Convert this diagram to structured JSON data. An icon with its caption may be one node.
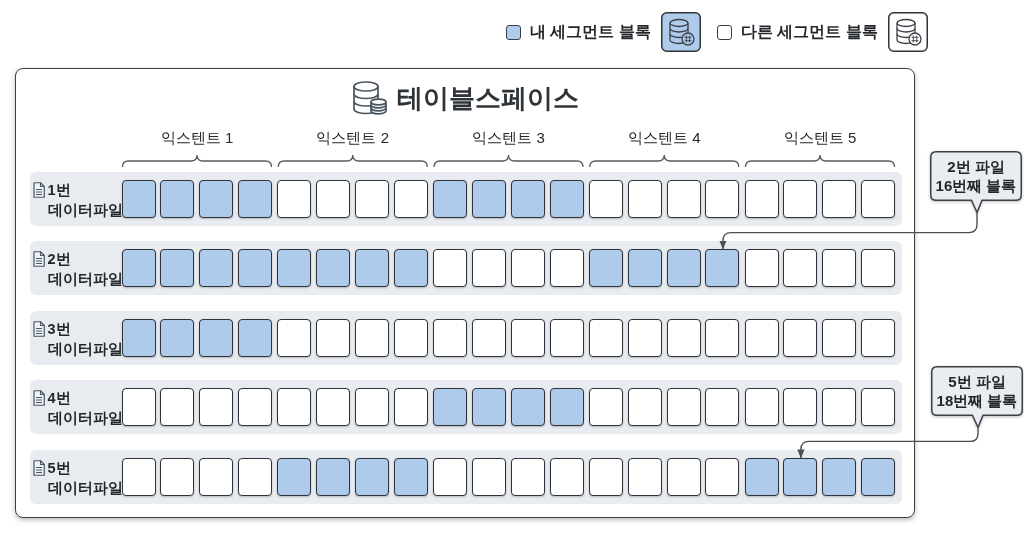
{
  "diagram": {
    "nodes": [
      {
        "text": [
          "테이블스페이스"
        ]
      },
      {
        "text": [
          "1번 데이터파일"
        ],
        "in": 0
      },
      {
        "text": [],
        "shape": "box",
        "in": 1
      },
      {
        "text": [],
        "shape": "box",
        "in": 1
      },
      {
        "text": [],
        "shape": "box",
        "in": 1
      },
      {
        "text": [],
        "shape": "box",
        "in": 1
      },
      {
        "text": [],
        "shape": "box",
        "in": 1
      },
      {
        "text": [],
        "shape": "box",
        "in": 1
      },
      {
        "text": [],
        "shape": "box",
        "in": 1
      },
      {
        "text": [],
        "shape": "box",
        "in": 1
      },
      {
        "text": [],
        "shape": "box",
        "in": 1
      },
      {
        "text": [],
        "shape": "box",
        "in": 1
      },
      {
        "text": [],
        "shape": "box",
        "in": 1
      },
      {
        "text": [],
        "shape": "box",
        "in": 1
      },
      {
        "text": [],
        "shape": "box",
        "in": 1
      },
      {
        "text": [],
        "shape": "box",
        "in": 1
      },
      {
        "text": [],
        "shape": "box",
        "in": 1
      },
      {
        "text": [],
        "shape": "box",
        "in": 1
      },
      {
        "text": [],
        "shape": "box",
        "in": 1
      },
      {
        "text": [],
        "shape": "box",
        "in": 1
      },
      {
        "text": [],
        "shape": "box",
        "in": 1
      },
      {
        "text": [],
        "shape": "box",
        "in": 1
      },
      {
        "text": [
          "2번 데이터파일"
        ],
        "in": 0
      },
      {
        "text": [],
        "shape": "box",
        "in": 22
      },
      {
        "text": [],
        "shape": "box",
        "in": 22
      },
      {
        "text": [],
        "shape": "box",
        "in": 22
      },
      {
        "text": [],
        "shape": "box",
        "in": 22
      },
      {
        "text": [],
        "shape": "box",
        "in": 22
      },
      {
        "text": [],
        "shape": "box",
        "in": 22
      },
      {
        "text": [],
        "shape": "box",
        "in": 22
      },
      {
        "text": [],
        "shape": "box",
        "in": 22
      },
      {
        "text": [],
        "shape": "box",
        "in": 22
      },
      {
        "text": [],
        "shape": "box",
        "in": 22
      },
      {
        "text": [],
        "shape": "box",
        "in": 22
      },
      {
        "text": [],
        "shape": "box",
        "in": 22
      },
      {
        "text": [],
        "shape": "box",
        "in": 22
      },
      {
        "text": [],
        "shape": "box",
        "in": 22
      },
      {
        "text": [],
        "shape": "box",
        "in": 22
      },
      {
        "text": [],
        "shape": "box",
        "in": 22
      },
      {
        "text": [],
        "shape": "box",
        "in": 22
      },
      {
        "text": [],
        "shape": "box",
        "in": 22
      },
      {
        "text": [],
        "shape": "box",
        "in": 22
      },
      {
        "text": [],
        "shape": "box",
        "in": 22
      },
      {
        "text": [
          "3번 데이터파일"
        ],
        "in": 0
      },
      {
        "text": [],
        "shape": "box",
        "in": 43
      },
      {
        "text": [],
        "shape": "box",
        "in": 43
      },
      {
        "text": [],
        "shape": "box",
        "in": 43
      },
      {
        "text": [],
        "shape": "box",
        "in": 43
      },
      {
        "text": [],
        "shape": "box",
        "in": 43
      },
      {
        "text": [],
        "shape": "box",
        "in": 43
      },
      {
        "text": [],
        "shape": "box",
        "in": 43
      },
      {
        "text": [],
        "shape": "box",
        "in": 43
      },
      {
        "text": [],
        "shape": "box",
        "in": 43
      },
      {
        "text": [],
        "shape": "box",
        "in": 43
      },
      {
        "text": [],
        "shape": "box",
        "in": 43
      },
      {
        "text": [],
        "shape": "box",
        "in": 43
      },
      {
        "text": [],
        "shape": "box",
        "in": 43
      },
      {
        "text": [],
        "shape": "box",
        "in": 43
      },
      {
        "text": [],
        "shape": "box",
        "in": 43
      },
      {
        "text": [],
        "shape": "box",
        "in": 43
      },
      {
        "text": [],
        "shape": "box",
        "in": 43
      },
      {
        "text": [],
        "shape": "box",
        "in": 43
      },
      {
        "text": [],
        "shape": "box",
        "in": 43
      },
      {
        "text": [],
        "shape": "box",
        "in": 43
      },
      {
        "text": [
          "4번 데이터파일"
        ],
        "in": 0
      },
      {
        "text": [],
        "shape": "box",
        "in": 64
      },
      {
        "text": [],
        "shape": "box",
        "in": 64
      },
      {
        "text": [],
        "shape": "box",
        "in": 64
      },
      {
        "text": [],
        "shape": "box",
        "in": 64
      },
      {
        "text": [],
        "shape": "box",
        "in": 64
      },
      {
        "text": [],
        "shape": "box",
        "in": 64
      },
      {
        "text": [],
        "shape": "box",
        "in": 64
      },
      {
        "text": [],
        "shape": "box",
        "in": 64
      },
      {
        "text": [],
        "shape": "box",
        "in": 64
      },
      {
        "text": [],
        "shape": "box",
        "in": 64
      },
      {
        "text": [],
        "shape": "box",
        "in": 64
      },
      {
        "text": [],
        "shape": "box",
        "in": 64
      },
      {
        "text": [],
        "shape": "box",
        "in": 64
      },
      {
        "text": [],
        "shape": "box",
        "in": 64
      },
      {
        "text": [],
        "shape": "box",
        "in": 64
      },
      {
        "text": [],
        "shape": "box",
        "in": 64
      },
      {
        "text": [],
        "shape": "box",
        "in": 64
      },
      {
        "text": [],
        "shape": "box",
        "in": 64
      },
      {
        "text": [],
        "shape": "box",
        "in": 64
      },
      {
        "text": [],
        "shape": "box",
        "in": 64
      },
      {
        "text": [
          "5번 데이터파일"
        ],
        "in": 0
      },
      {
        "text": [],
        "shape": "box",
        "in": 85
      },
      {
        "text": [],
        "shape": "box",
        "in": 85
      },
      {
        "text": [],
        "shape": "box",
        "in": 85
      },
      {
        "text": [],
        "shape": "box",
        "in": 85
      },
      {
        "text": [],
        "shape": "box",
        "in": 85
      },
      {
        "text": [],
        "shape": "box",
        "in": 85
      },
      {
        "text": [],
        "shape": "box",
        "in": 85
      },
      {
        "text": [],
        "shape": "box",
        "in": 85
      },
      {
        "text": [],
        "shape": "box",
        "in": 85
      },
      {
        "text": [],
        "shape": "box",
        "in": 85
      },
      {
        "text": [],
        "shape": "box",
        "in": 85
      },
      {
        "text": [],
        "shape": "box",
        "in": 85
      },
      {
        "text": [],
        "shape": "box",
        "in": 85
      },
      {
        "text": [],
        "shape": "box",
        "in": 85
      },
      {
        "text": [],
        "shape": "box",
        "in": 85
      },
      {
        "text": [],
        "shape": "box",
        "in": 85
      },
      {
        "text": [],
        "shape": "box",
        "in": 85
      },
      {
        "text": [],
        "shape": "box",
        "in": 85
      },
      {
        "text": [],
        "shape": "box",
        "in": 85
      },
      {
        "text": [],
        "shape": "box",
        "in": 85
      },
      {
        "text": [
          "2번 파일 16번째 블록"
        ]
      },
      {
        "text": [
          "5번 파일 18번째 블록"
        ]
      }
    ],
    "edges": [
      {
        "from": 106,
        "to": 38,
        "arrow": "to"
      },
      {
        "from": 107,
        "to": 103,
        "arrow": "to"
      }
    ],
    "labels": [
      "익스텐트 1",
      "익스텐트 2",
      "익스텐트 3",
      "익스텐트 4",
      "익스텐트 5"
    ],
    "legend": [
      {
        "text": "내 세그먼트 블록",
        "color": "#aecbeb"
      },
      {
        "text": "다른 세그먼트 블록",
        "color": "#ffffff"
      }
    ]
  }
}
